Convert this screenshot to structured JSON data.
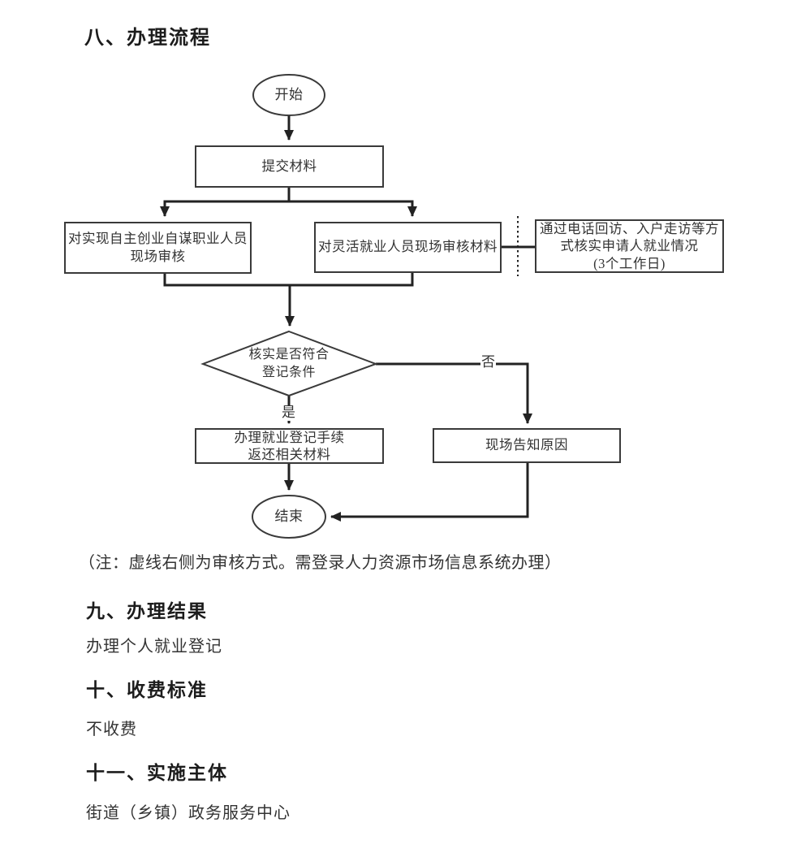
{
  "page": {
    "title": "八、办理流程",
    "note": "（注：虚线右侧为审核方式。需登录人力资源市场信息系统办理）",
    "sections": [
      {
        "heading": "九、办理结果",
        "body": "办理个人就业登记"
      },
      {
        "heading": "十、收费标准",
        "body": "不收费"
      },
      {
        "heading": "十一、实施主体",
        "body": "街道（乡镇）政务服务中心"
      }
    ]
  },
  "flowchart": {
    "start": "开始",
    "submit": "提交材料",
    "self_employed_review": [
      "对实现自主创业自谋职业人员",
      "现场审核"
    ],
    "flexible_review": "对灵活就业人员现场审核材料",
    "verify_method": [
      "通过电话回访、入户走访等方",
      "式核实申请人就业情况",
      "(3个工作日)"
    ],
    "decision": [
      "核实是否符合",
      "登记条件"
    ],
    "yes_label": "是",
    "no_label": "否",
    "register": [
      "办理就业登记手续",
      "返还相关材料"
    ],
    "inform": "现场告知原因",
    "end": "结束"
  },
  "colors": {
    "line": "#222222",
    "box_border": "#3a3a3a",
    "text": "#2e2e2e",
    "background": "#ffffff"
  }
}
